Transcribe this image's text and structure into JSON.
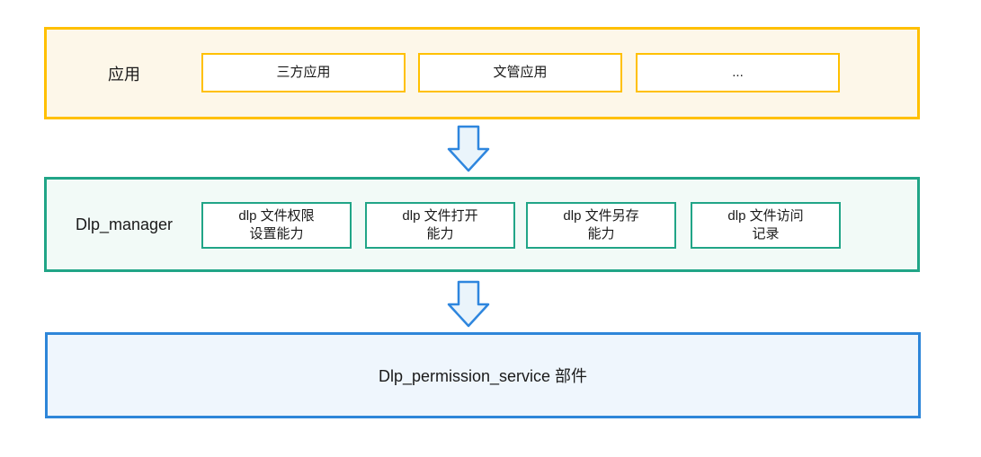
{
  "diagram": {
    "layers": {
      "apps": {
        "label": "应用",
        "boxes": [
          {
            "label": "三方应用"
          },
          {
            "label": "文管应用"
          },
          {
            "label": "..."
          }
        ]
      },
      "manager": {
        "label": "Dlp_manager",
        "boxes": [
          {
            "line1": "dlp 文件权限",
            "line2": "设置能力"
          },
          {
            "line1": "dlp 文件打开",
            "line2": "能力"
          },
          {
            "line1": "dlp 文件另存",
            "line2": "能力"
          },
          {
            "line1": "dlp 文件访问",
            "line2": "记录"
          }
        ]
      },
      "service": {
        "label": "Dlp_permission_service 部件"
      }
    },
    "colors": {
      "apps_border": "#FFC000",
      "apps_fill": "#FDF7E9",
      "manager_border": "#21A587",
      "manager_fill": "#F2FAF7",
      "service_border": "#2E86D9",
      "service_fill": "#EFF6FD",
      "arrow_stroke": "#2E86DE",
      "arrow_fill": "#EAF4FB"
    }
  }
}
